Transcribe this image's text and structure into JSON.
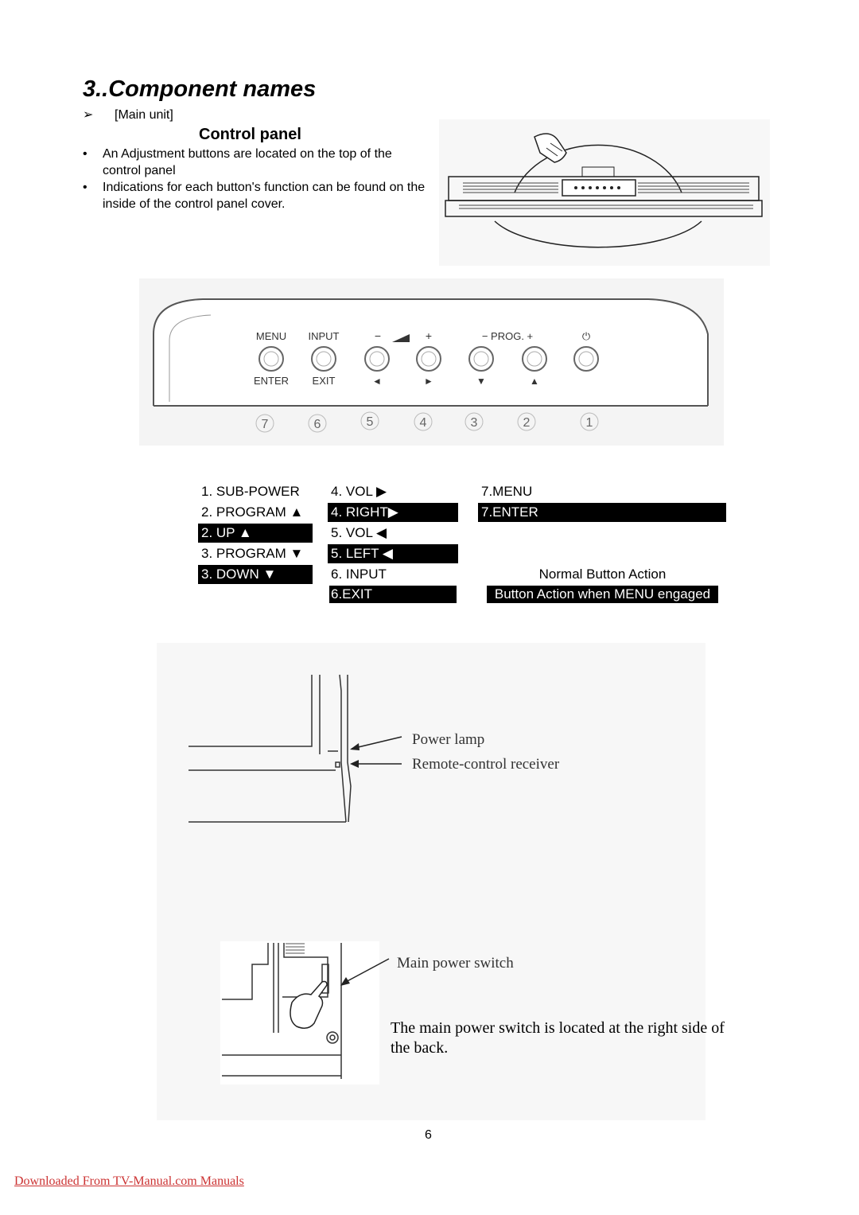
{
  "section_title": "3..Component names",
  "main_unit": {
    "marker": "➢",
    "label": "[Main unit]"
  },
  "control_panel": {
    "heading": "Control panel",
    "bullets": [
      "An Adjustment buttons are located on the top of the control panel",
      "Indications for each button's function can be found on the inside of the control panel cover."
    ]
  },
  "panel_diagram": {
    "top_labels": [
      "MENU",
      "INPUT",
      "−",
      "+",
      "− PROG. +",
      "⏻"
    ],
    "bottom_labels": [
      "ENTER",
      "EXIT",
      "◄",
      "►",
      "▼",
      "▲"
    ],
    "numbers": [
      "7",
      "6",
      "5",
      "4",
      "3",
      "2",
      "1"
    ]
  },
  "button_table": {
    "col1": [
      "1. SUB-POWER",
      "2. PROGRAM ▲",
      "2. UP ▲",
      "3. PROGRAM ▼",
      "3. DOWN ▼"
    ],
    "col2": [
      "4. VOL ▶",
      "4. RIGHT▶",
      "5. VOL ◀",
      "5. LEFT ◀",
      "6. INPUT",
      "6.EXIT"
    ],
    "col3": [
      "7.MENU",
      "7.ENTER"
    ],
    "legend_normal": "Normal Button Action",
    "legend_menu": "Button Action when MENU engaged"
  },
  "side_diagram": {
    "power_lamp": "Power lamp",
    "remote_receiver": "Remote-control receiver"
  },
  "back_diagram": {
    "main_power_switch": "Main power switch",
    "caption": "The main power switch is located at the right side of the back."
  },
  "page_number": "6",
  "footer_link": "Downloaded From TV-Manual.com Manuals"
}
